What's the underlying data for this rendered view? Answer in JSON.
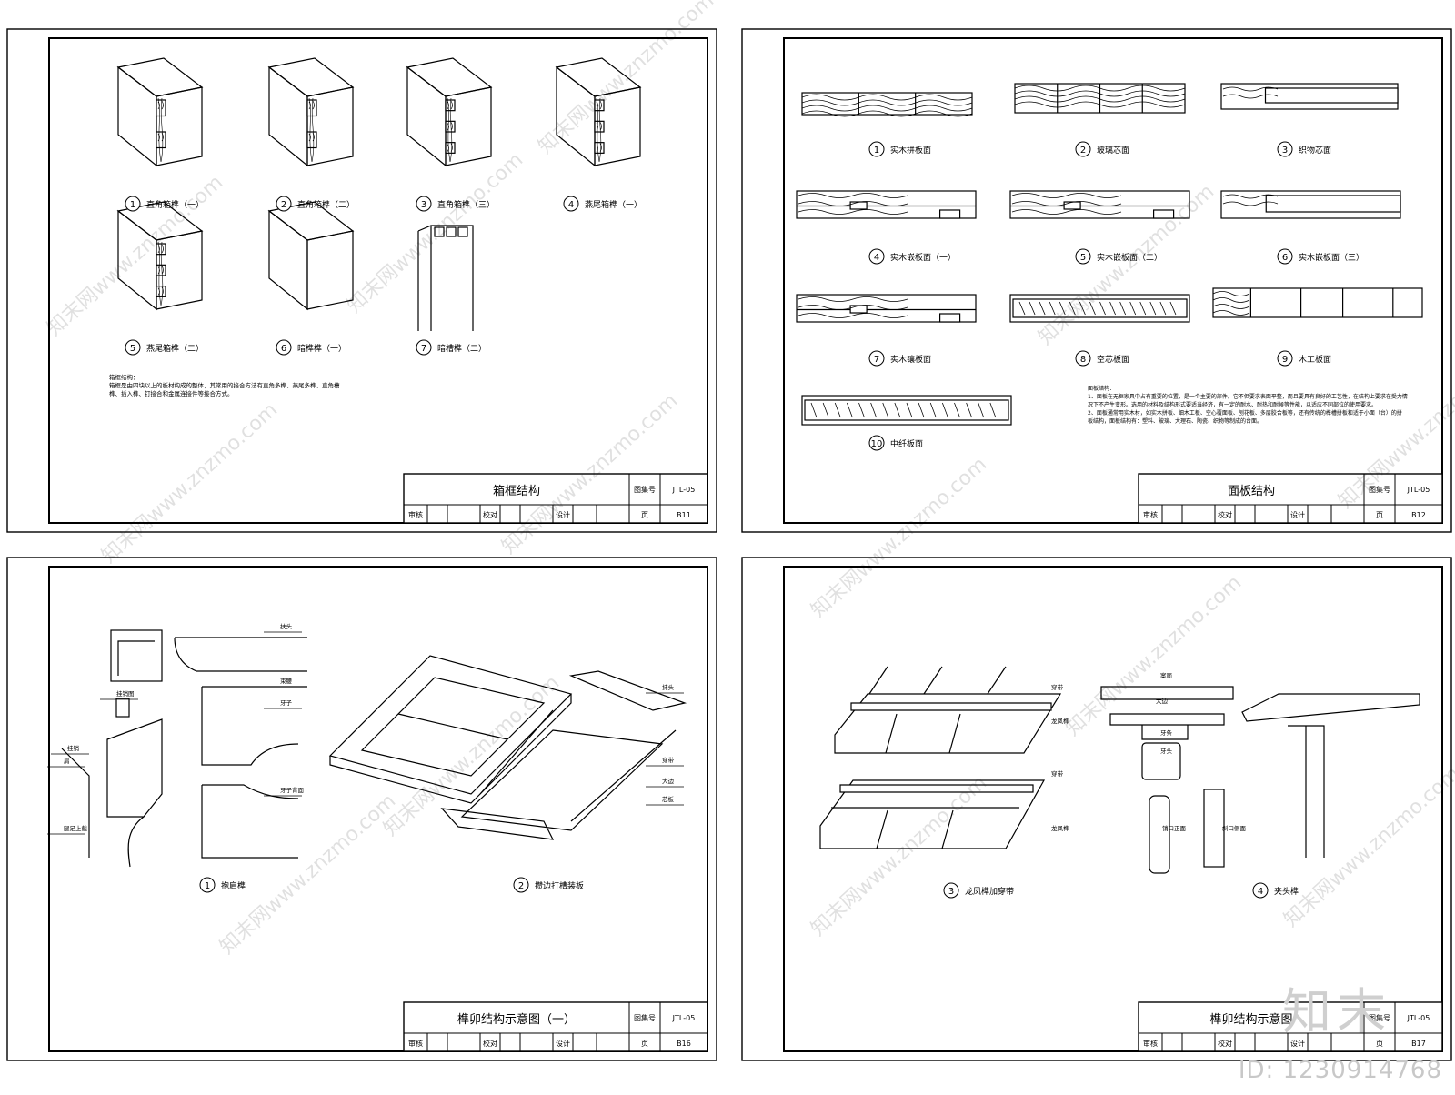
{
  "sheets": [
    {
      "title": "箱框结构",
      "set_label": "图集号",
      "set_no": "JTL-05",
      "page_label": "页",
      "page_no": "B11",
      "review": "审核",
      "check": "校对",
      "design": "设计",
      "items": [
        {
          "n": "1",
          "label": "直角箱榫（一）"
        },
        {
          "n": "2",
          "label": "直角箱榫（二）"
        },
        {
          "n": "3",
          "label": "直角箱榫（三）"
        },
        {
          "n": "4",
          "label": "燕尾箱榫（一）"
        },
        {
          "n": "5",
          "label": "燕尾箱榫（二）"
        },
        {
          "n": "6",
          "label": "暗榫榫（一）"
        },
        {
          "n": "7",
          "label": "暗槽榫（二）"
        }
      ],
      "note": [
        "箱框结构：",
        "箱框是由四块以上的板材构成的整体，其常用的接合方法有直角多榫、燕尾多榫、直角槽",
        "榫、插入榫、钉接合和金属连接件等接合方式。"
      ]
    },
    {
      "title": "面板结构",
      "set_label": "图集号",
      "set_no": "JTL-05",
      "page_label": "页",
      "page_no": "B12",
      "review": "审核",
      "check": "校对",
      "design": "设计",
      "items": [
        {
          "n": "1",
          "label": "实木拼板面"
        },
        {
          "n": "2",
          "label": "玻璃芯面"
        },
        {
          "n": "3",
          "label": "织物芯面"
        },
        {
          "n": "4",
          "label": "实木嵌板面（一）"
        },
        {
          "n": "5",
          "label": "实木嵌板面（二）"
        },
        {
          "n": "6",
          "label": "实木嵌板面（三）"
        },
        {
          "n": "7",
          "label": "实木镶板面"
        },
        {
          "n": "8",
          "label": "空芯板面"
        },
        {
          "n": "9",
          "label": "木工板面"
        },
        {
          "n": "10",
          "label": "中纤板面"
        }
      ],
      "note": [
        "面板结构：",
        "1、面板在无框家具中占有重要的位置，是一个主要的部件。它不但要求表面平整，而且要具有良好的工艺性，在结构上要求在受力情",
        "况下不产生变形。选用的材料及结构形式要适当经济，有一定的耐水、耐热和耐候等性能，以适应不同部位的使用要求。",
        "2、面板通常用实木材，如实木拼板、细木工板、空心覆面板、刨花板、多层胶合板等，还有传统的榫槽拼板和适于小面（台）的拼",
        "板结构，面板结构有：塑料、玻璃、大理石、陶瓷、织物等制成的台面。"
      ]
    },
    {
      "title": "榫卯结构示意图（一）",
      "set_label": "图集号",
      "set_no": "JTL-05",
      "page_label": "页",
      "page_no": "B16",
      "review": "审核",
      "check": "校对",
      "design": "设计",
      "items": [
        {
          "n": "1",
          "label": "抱肩榫"
        },
        {
          "n": "2",
          "label": "攒边打槽装板"
        }
      ],
      "callouts": [
        "挂销图",
        "扶头",
        "束腰",
        "牙子",
        "牙子背面",
        "挂销",
        "肩",
        "腿足上截",
        "抹头",
        "穿带",
        "大边",
        "芯板"
      ]
    },
    {
      "title": "榫卯结构示意图",
      "set_label": "图集号",
      "set_no": "JTL-05",
      "page_label": "页",
      "page_no": "B17",
      "review": "审核",
      "check": "校对",
      "design": "设计",
      "items": [
        {
          "n": "3",
          "label": "龙凤榫加穿带"
        },
        {
          "n": "4",
          "label": "夹头榫"
        }
      ],
      "callouts": [
        "穿带",
        "龙凤榫",
        "穿带",
        "龙凤榫",
        "案面",
        "大边",
        "牙条",
        "牙头",
        "销口正面",
        "斜口侧面"
      ]
    }
  ],
  "watermark": {
    "site": "www.znzmo.com",
    "brand": "知末网",
    "logo": "知末",
    "id": "ID: 1230914768"
  }
}
